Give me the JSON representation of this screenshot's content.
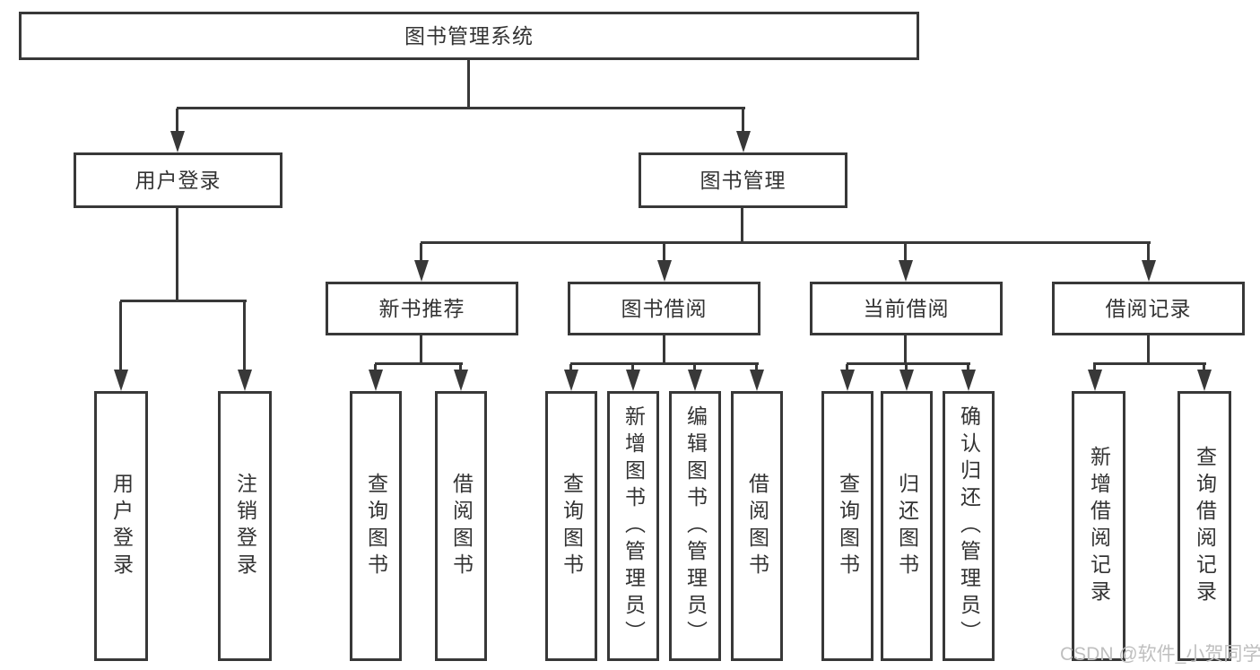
{
  "root": {
    "label": "图书管理系统"
  },
  "branches": [
    {
      "label": "用户登录",
      "leaves": [
        "用户登录",
        "注销登录"
      ]
    },
    {
      "label": "图书管理",
      "groups": [
        {
          "label": "新书推荐",
          "leaves": [
            "查询图书",
            "借阅图书"
          ]
        },
        {
          "label": "图书借阅",
          "leaves": [
            "查询图书",
            "新增图书（管理员）",
            "编辑图书（管理员）",
            "借阅图书"
          ]
        },
        {
          "label": "当前借阅",
          "leaves": [
            "查询图书",
            "归还图书",
            "确认归还（管理员）"
          ]
        },
        {
          "label": "借阅记录",
          "leaves": [
            "新增借阅记录",
            "查询借阅记录"
          ]
        }
      ]
    }
  ],
  "watermark": {
    "text": "CSDN @软件_小贺同学"
  },
  "colors": {
    "line": "#383838",
    "text": "#333333",
    "watermark": "#bfbfbf",
    "background": "#ffffff"
  }
}
